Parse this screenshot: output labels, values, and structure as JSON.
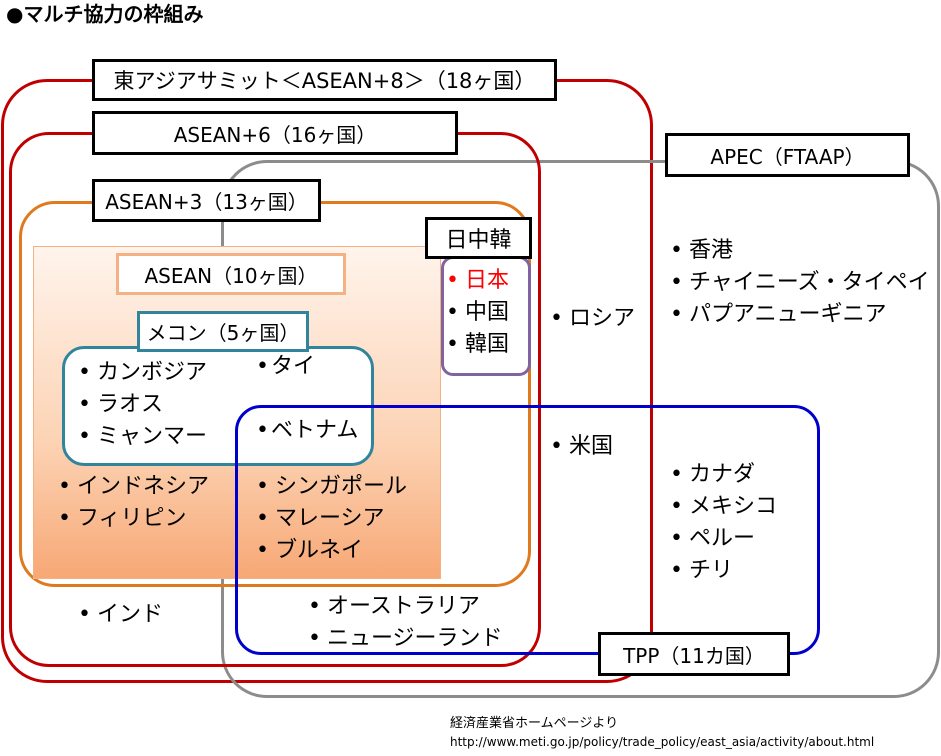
{
  "title": "●マルチ協力の枠組み",
  "colors": {
    "east_asia_summit": "#c00000",
    "asean6": "#c00000",
    "apec": "#8c8c8c",
    "asean3": "#e07a1f",
    "asean": "#f4b183",
    "mekong": "#31849b",
    "jck": "#8064a2",
    "tpp": "#0000cc",
    "japan": "#ff0000"
  },
  "labels": {
    "east_asia_summit": "東アジアサミット＜ASEAN+8＞（18ヶ国）",
    "asean6": "ASEAN+6（16ヶ国）",
    "apec": "APEC（FTAAP）",
    "asean3": "ASEAN+3（13ヶ国）",
    "jck": "日中韓",
    "asean": "ASEAN（10ヶ国）",
    "mekong": "メコン（5ヶ国）",
    "tpp": "TPP（11カ国）"
  },
  "countries": {
    "japan": "日本",
    "china": "中国",
    "korea": "韓国",
    "russia": "ロシア",
    "us": "米国",
    "hongkong": "香港",
    "taipei": "チャイニーズ・タイペイ",
    "png": "パプアニューギニア",
    "cambodia": "カンボジア",
    "laos": "ラオス",
    "myanmar": "ミャンマー",
    "thailand": "タイ",
    "vietnam": "ベトナム",
    "indonesia": "インドネシア",
    "philippines": "フィリピン",
    "singapore": "シンガポール",
    "malaysia": "マレーシア",
    "brunei": "ブルネイ",
    "india": "インド",
    "australia": "オーストラリア",
    "newzealand": "ニュージーランド",
    "canada": "カナダ",
    "mexico": "メキシコ",
    "peru": "ペルー",
    "chile": "チリ"
  },
  "source": {
    "line1": "経済産業省ホームページより",
    "line2": "http://www.meti.go.jp/policy/trade_policy/east_asia/activity/about.html"
  }
}
